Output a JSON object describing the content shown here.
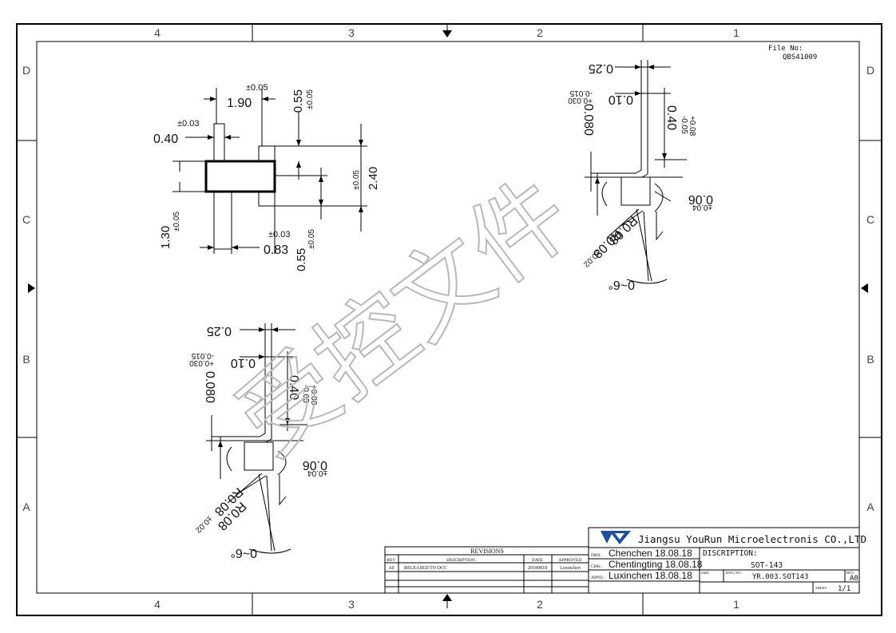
{
  "frame": {
    "columns": [
      "4",
      "3",
      "2",
      "1"
    ],
    "rows": [
      "D",
      "C",
      "B",
      "A"
    ]
  },
  "file_no": {
    "label": "File No:",
    "value": "QBS41009"
  },
  "watermark": "受控文件",
  "top_view": {
    "pitch": "1.90",
    "pitch_tol": "±0.05",
    "lead_len": "0.55",
    "lead_len_tol": "±0.05",
    "lead_w": "0.40",
    "lead_w_tol": "±0.03",
    "overall": "2.40",
    "overall_tol": "±0.05",
    "body_w": "1.30",
    "body_w_tol": "±0.05",
    "lead_w2": "0.83",
    "lead_w2_tol": "±0.03",
    "lead_len2": "0.55",
    "lead_len2_tol": "±0.05"
  },
  "side_view": {
    "d1": "0.25",
    "d2": "0.10",
    "d2_tol_top": "-0.015",
    "d2_tol_bot": "+0.030",
    "d3": "0.080",
    "d4": "0.40",
    "d4_tol_top": "+0.08",
    "d4_tol_bot": "-0.05",
    "d5": "0.06",
    "d5_tol": "±0.04",
    "r1": "R0.08",
    "r2": "R0.08",
    "r_tol": "±0.02",
    "angle": "0~6°"
  },
  "revisions": {
    "title": "REVISIONS",
    "headers": [
      "REV",
      "DESCRIPTION",
      "DATE",
      "APPROVED"
    ],
    "rows": [
      [
        "A0",
        "RELEASED TO DCC",
        "20180818",
        "Luxinchen"
      ],
      [
        "",
        "",
        "",
        ""
      ],
      [
        "",
        "",
        "",
        ""
      ]
    ]
  },
  "title_block": {
    "company": "Jiangsu YouRun Microelectronis CO.,LTD",
    "drn_label": "DRN.:",
    "drn": "Chenchen 18.08.18",
    "chk_label": "CHK.:",
    "chk": "Chentingting 18.08.18",
    "appd_label": "APPD.:",
    "appd": "Luxinchen 18.08.18",
    "description_label": "DISCRIPTION:",
    "description": "SOT-143",
    "size_label": "SIZE:",
    "dwg_label": "DWG NO.:",
    "dwg_no": "YR.003.SOT143",
    "rev_label": "REV.",
    "rev": "A0",
    "sheet_label": "SHEET:",
    "sheet": "1/1"
  }
}
